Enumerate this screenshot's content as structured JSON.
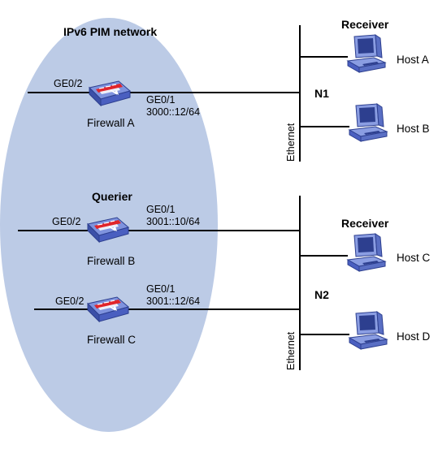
{
  "network": {
    "title": "IPv6 PIM network",
    "ellipse_fill": "#bccbe6"
  },
  "segments": [
    {
      "id": "n1",
      "name": "N1",
      "medium": "Ethernet",
      "receiver_label": "Receiver"
    },
    {
      "id": "n2",
      "name": "N2",
      "medium": "Ethernet",
      "receiver_label": "Receiver"
    }
  ],
  "firewalls": [
    {
      "id": "a",
      "name": "Firewall A",
      "role": "",
      "downlink": "GE0/2",
      "uplink": "GE0/1",
      "uplink_ip": "3000::12/64"
    },
    {
      "id": "b",
      "name": "Firewall B",
      "role": "Querier",
      "downlink": "GE0/2",
      "uplink": "GE0/1",
      "uplink_ip": "3001::10/64"
    },
    {
      "id": "c",
      "name": "Firewall C",
      "role": "",
      "downlink": "GE0/2",
      "uplink": "GE0/1",
      "uplink_ip": "3001::12/64"
    }
  ],
  "hosts": [
    {
      "id": "a",
      "name": "Host A"
    },
    {
      "id": "b",
      "name": "Host B"
    },
    {
      "id": "c",
      "name": "Host C"
    },
    {
      "id": "d",
      "name": "Host D"
    }
  ],
  "colors": {
    "device_blue": "#5a6fc4",
    "device_dark": "#2d3f8f",
    "firewall_red": "#e0252b",
    "line": "#000000"
  }
}
